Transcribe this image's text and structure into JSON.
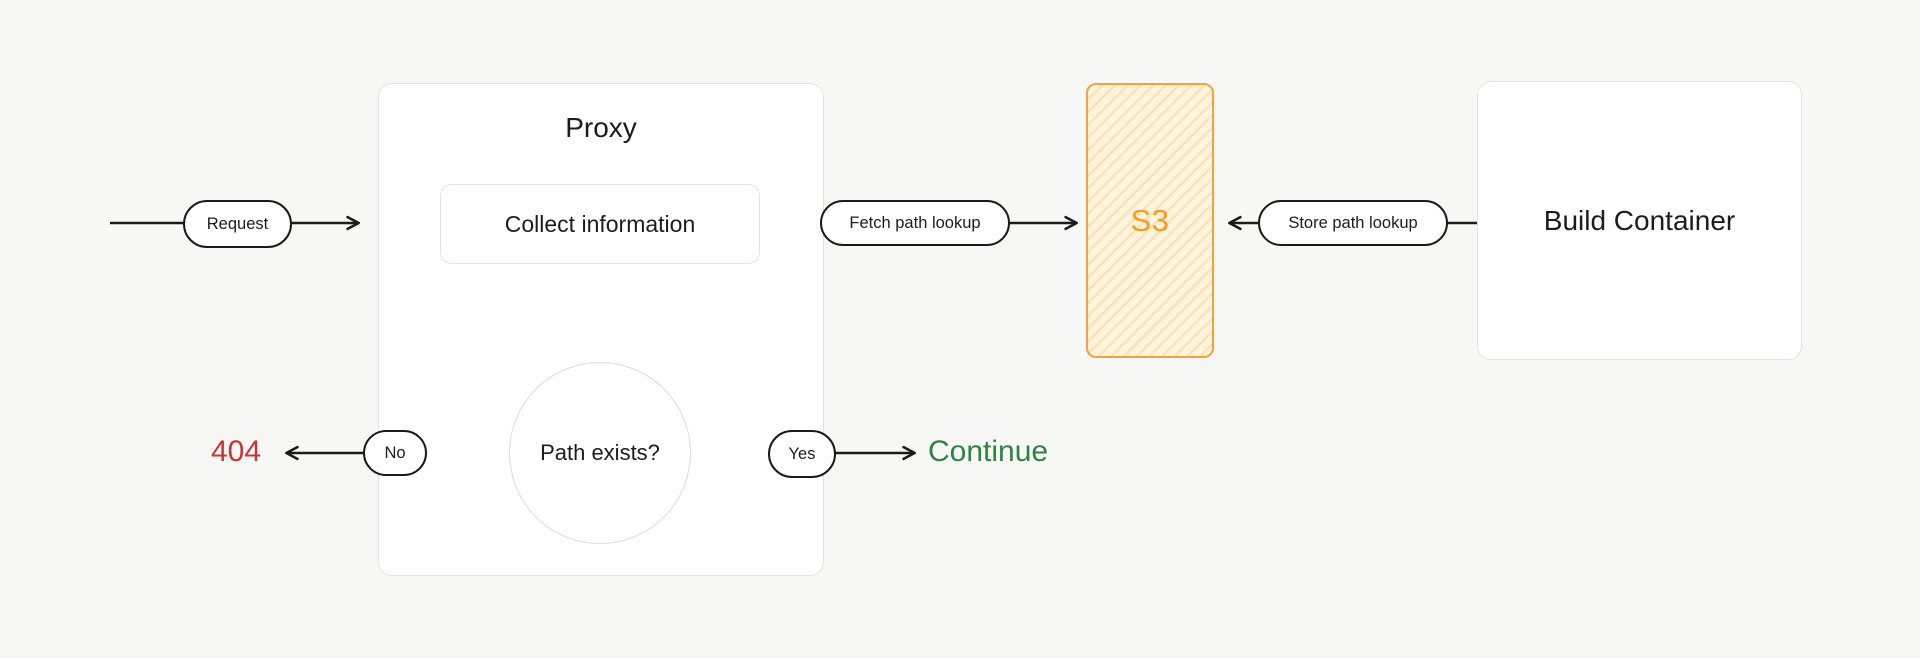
{
  "diagram": {
    "background_color": "#f7f7f5",
    "line_color": "#1c1c1c"
  },
  "nodes": {
    "proxy": {
      "title": "Proxy"
    },
    "collect": {
      "label": "Collect information"
    },
    "decision": {
      "label": "Path exists?"
    },
    "s3": {
      "label": "S3",
      "text_color": "#f59c20",
      "border_color": "#f1a33b",
      "fill_color": "#fdf4df",
      "hatch_color": "#fbe3b5"
    },
    "build": {
      "label": "Build Container"
    }
  },
  "pills": {
    "request": "Request",
    "fetch": "Fetch path lookup",
    "store": "Store path lookup",
    "no": "No",
    "yes": "Yes"
  },
  "outcomes": {
    "not_found": {
      "label": "404",
      "color": "#c93434"
    },
    "continue": {
      "label": "Continue",
      "color": "#2e8540"
    }
  }
}
